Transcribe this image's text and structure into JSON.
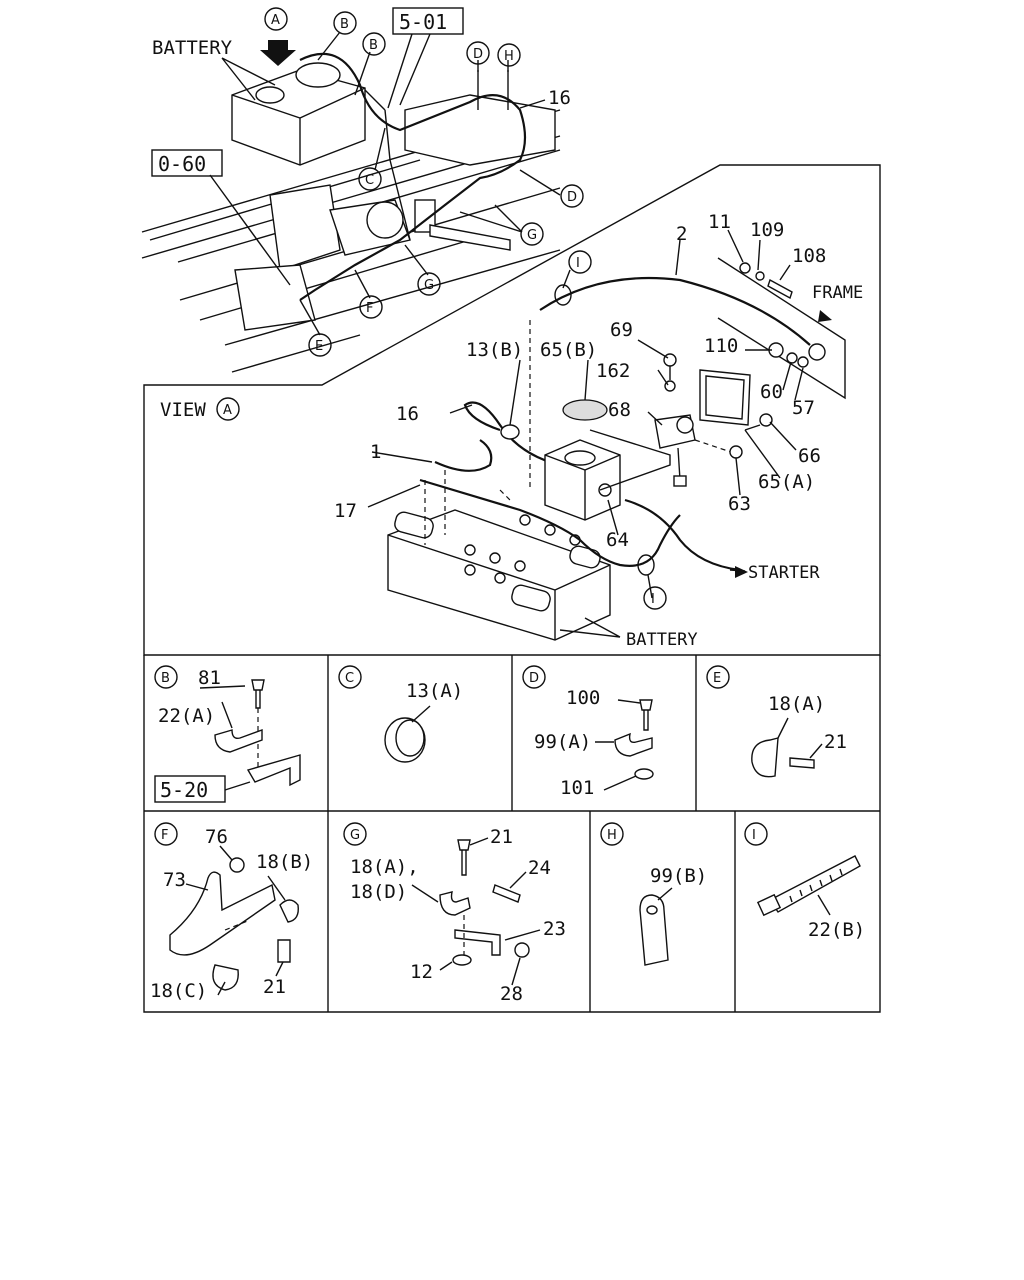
{
  "overview": {
    "battery": "BATTERY",
    "ref_box_top": "5-01",
    "ref_box_left": "0-60",
    "callouts": {
      "a": "A",
      "b1": "B",
      "b2": "B",
      "c": "C",
      "d1": "D",
      "d2": "D",
      "h": "H",
      "g1": "G",
      "g2": "G",
      "f": "F",
      "e": "E"
    },
    "num_16": "16"
  },
  "view_a": {
    "title": "VIEW",
    "title_circle": "A",
    "labels": {
      "n2": "2",
      "n11": "11",
      "n109": "109",
      "n108": "108",
      "frame": "FRAME",
      "n69": "69",
      "n110": "110",
      "n162": "162",
      "n60": "60",
      "n57": "57",
      "n13b": "13(B)",
      "n65b": "65(B)",
      "n68": "68",
      "n66": "66",
      "n16": "16",
      "n1": "1",
      "n65a": "65(A)",
      "n63": "63",
      "n17": "17",
      "n64": "64",
      "starter": "STARTER",
      "battery": "BATTERY",
      "circle_i1": "I",
      "circle_i2": "I"
    }
  },
  "detail_b": {
    "circle": "B",
    "n81": "81",
    "n22a": "22(A)",
    "ref_box": "5-20"
  },
  "detail_c": {
    "circle": "C",
    "n13a": "13(A)"
  },
  "detail_d": {
    "circle": "D",
    "n100": "100",
    "n99a": "99(A)",
    "n101": "101"
  },
  "detail_e": {
    "circle": "E",
    "n18a": "18(A)",
    "n21": "21"
  },
  "detail_f": {
    "circle": "F",
    "n76": "76",
    "n73": "73",
    "n18b": "18(B)",
    "n18c": "18(C)",
    "n21": "21"
  },
  "detail_g": {
    "circle": "G",
    "n21": "21",
    "n18a": "18(A),",
    "n18d": "18(D)",
    "n24": "24",
    "n23": "23",
    "n12": "12",
    "n28": "28"
  },
  "detail_h": {
    "circle": "H",
    "n99b": "99(B)"
  },
  "detail_i": {
    "circle": "I",
    "n22b": "22(B)"
  }
}
